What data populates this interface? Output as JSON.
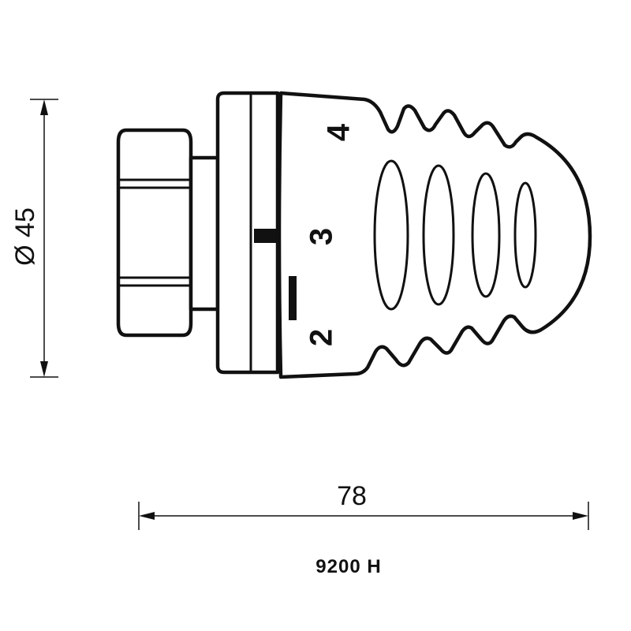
{
  "drawing": {
    "diameter_label": "Ø 45",
    "length_label": "78",
    "model_label": "9200 H",
    "scale_marks": [
      "4",
      "3",
      "2"
    ],
    "line_color": "#111111",
    "background_color": "#ffffff"
  }
}
